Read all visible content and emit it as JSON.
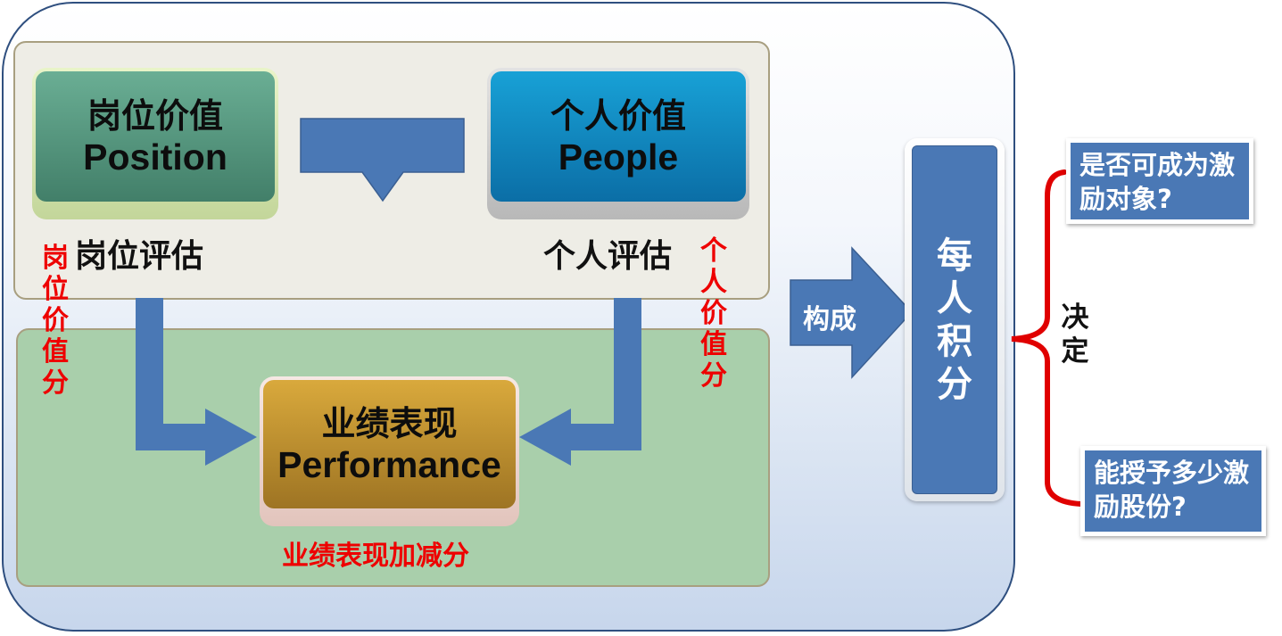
{
  "diagram": {
    "position_box": {
      "title_cn": "岗位价值",
      "title_en": "Position"
    },
    "people_box": {
      "title_cn": "个人价值",
      "title_en": "People"
    },
    "position_eval_label": "岗位评估",
    "people_eval_label": "个人评估",
    "position_score_label": "岗位价值分",
    "people_score_label": "个人价值分",
    "performance_box": {
      "title_cn": "业绩表现",
      "title_en": "Performance"
    },
    "performance_score_label": "业绩表现加减分",
    "compose_label": "构成",
    "per_capita_score": "每人积分",
    "decide_label": "决定",
    "question_1": "是否可成为激励对象?",
    "question_2": "能授予多少激励股份?"
  },
  "colors": {
    "position_face": "#4f927a",
    "people_face": "#0e85c0",
    "performance_face": "#bf8f31",
    "arrow_blue": "#4a78b5",
    "red_text": "#ee0000",
    "brace_red": "#e00000"
  }
}
